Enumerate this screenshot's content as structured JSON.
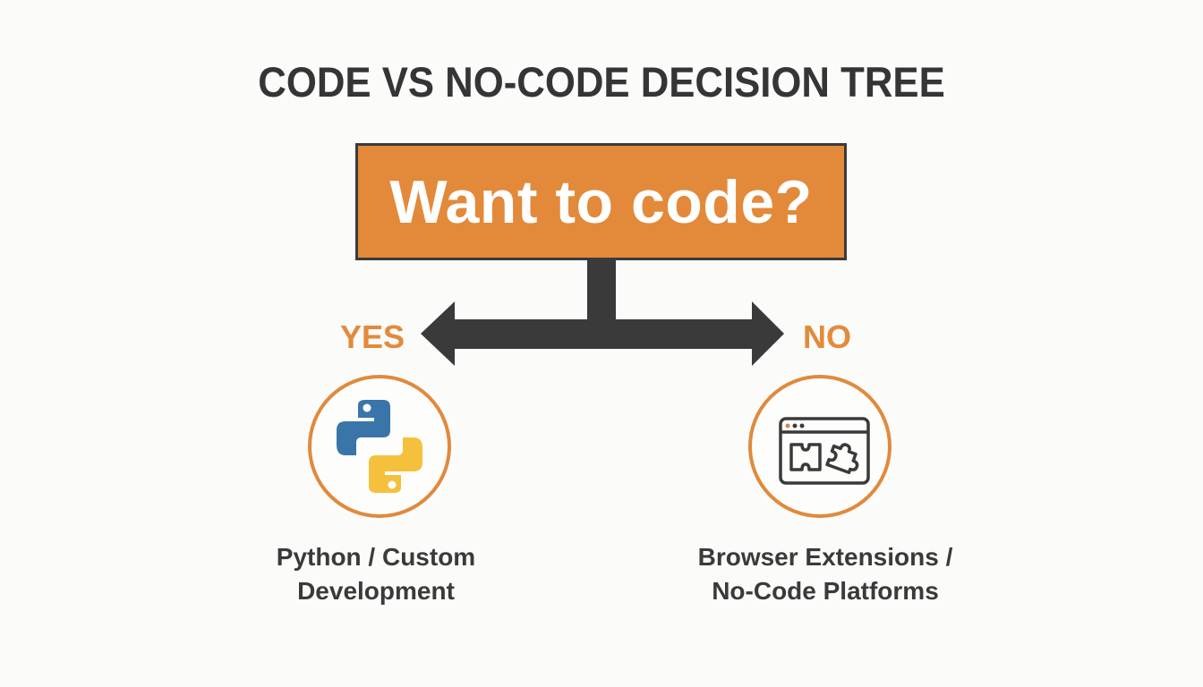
{
  "title": "CODE VS NO-CODE DECISION TREE",
  "question": "Want to code?",
  "branches": [
    {
      "label": "YES",
      "icon": "python-logo-icon",
      "outcome_line1": "Python / Custom",
      "outcome_line2": "Development"
    },
    {
      "label": "NO",
      "icon": "browser-puzzle-extension-icon",
      "outcome_line1": "Browser Extensions /",
      "outcome_line2": "No-Code Platforms"
    }
  ],
  "colors": {
    "accent_orange": "#e3893a",
    "dark": "#3a3a3a",
    "python_blue": "#3a75a9",
    "python_yellow": "#f5c03b",
    "background": "#fbfbfa"
  }
}
